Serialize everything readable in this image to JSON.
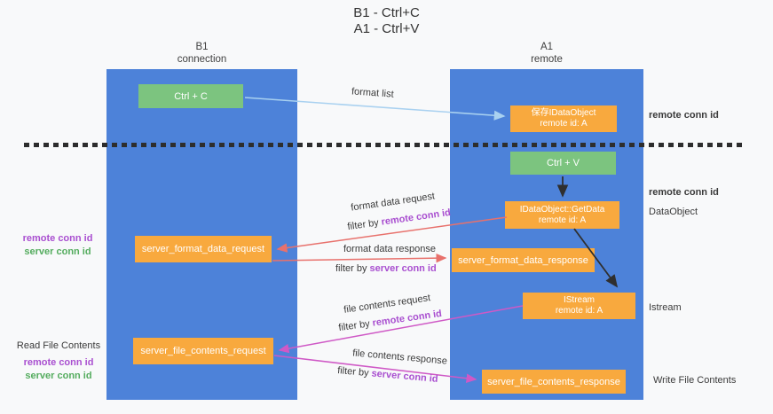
{
  "title": {
    "line1": "B1 - Ctrl+C",
    "line2": "A1 - Ctrl+V"
  },
  "lifelines": {
    "b1": {
      "name": "B1",
      "role": "connection"
    },
    "a1": {
      "name": "A1",
      "role": "remote"
    }
  },
  "nodes": {
    "ctrl_c": {
      "label": "Ctrl + C"
    },
    "ctrl_v": {
      "label": "Ctrl + V"
    },
    "saved_idataobject": {
      "line1": "保存IDataObject",
      "line2": "remote id: A"
    },
    "idataobject_getdata": {
      "line1": "IDataObject::GetData",
      "line2": "remote id: A"
    },
    "istream": {
      "line1": "IStream",
      "line2": "remote id: A"
    },
    "server_format_data_request": {
      "label": "server_format_data_request"
    },
    "server_format_data_response": {
      "label": "server_format_data_response"
    },
    "server_file_contents_request": {
      "label": "server_file_contents_request"
    },
    "server_file_contents_response": {
      "label": "server_file_contents_response"
    }
  },
  "edge_labels": {
    "format_list": "format list",
    "format_data_request": "format data request",
    "format_data_response": "format data response",
    "file_contents_request": "file contents request",
    "file_contents_response": "file contents response",
    "filter_by": "filter by ",
    "remote_conn_id": "remote conn id",
    "server_conn_id": "server conn id"
  },
  "side_labels": {
    "left": {
      "format": {
        "remote": "remote conn id",
        "server": "server conn id"
      },
      "file": {
        "title": "Read File Contents",
        "remote": "remote conn id",
        "server": "server conn id"
      }
    },
    "right": {
      "saved": "remote conn id",
      "paste": "remote conn id",
      "dataobject": "DataObject",
      "istream": "Istream",
      "write": "Write File Contents"
    }
  },
  "colors": {
    "lifeline_blue": "#4d82d9",
    "box_green": "#7cc47f",
    "box_orange": "#f8a93e",
    "arrow_lightblue": "#a9d1f0",
    "arrow_red": "#e8716c",
    "arrow_magenta": "#cf59c6",
    "arrow_black": "#2f2f2f",
    "label_purple": "#a94fd0",
    "label_green": "#54ac5e",
    "separator_dark": "#2d2d2d",
    "background": "#f8f9fa"
  }
}
